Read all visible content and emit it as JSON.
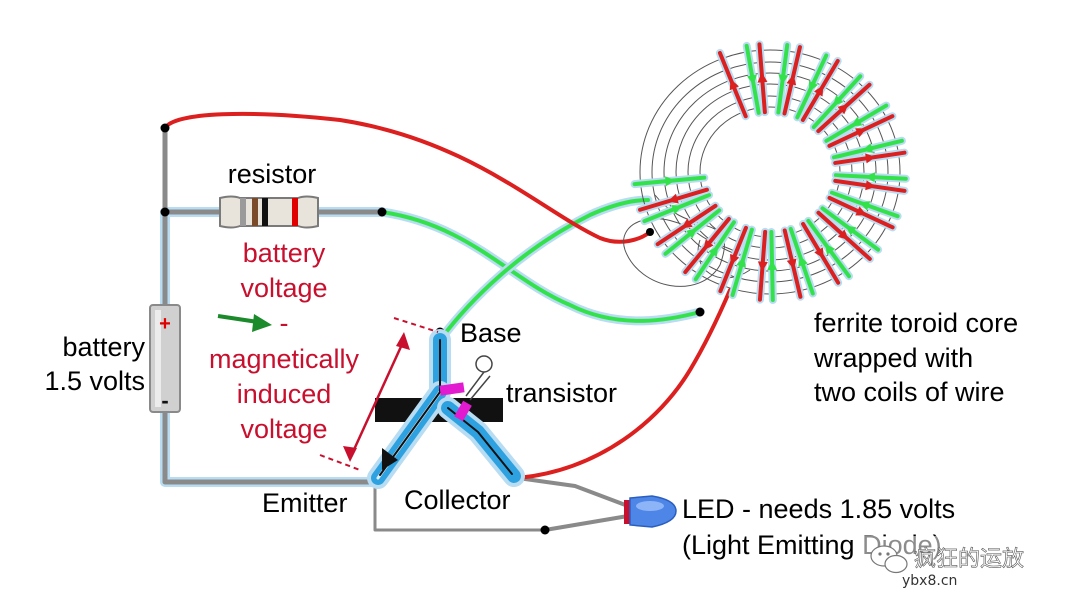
{
  "labels": {
    "resistor": "resistor",
    "battery_line1": "battery",
    "battery_line2": "1.5 volts",
    "battery_plus": "+",
    "battery_minus": "-",
    "red_line1": "battery",
    "red_line2": "voltage",
    "red_minus": "-",
    "red_line3": "magnetically",
    "red_line4": "induced",
    "red_line5": "voltage",
    "base": "Base",
    "transistor": "transistor",
    "emitter": "Emitter",
    "collector": "Collector",
    "toroid_line1": "ferrite toroid core",
    "toroid_line2": "wrapped with",
    "toroid_line3": "two coils of wire",
    "led_line1": "LED - needs 1.85 volts",
    "led_line2": "(Light Emitting Diode)"
  },
  "watermark": {
    "cn": "疯狂的运放",
    "url": "ybx8.cn"
  },
  "colors": {
    "red_wire": "#dc1f1f",
    "green_wire": "#33e24a",
    "gray_wire": "#8a8a8a",
    "glow": "#b8dcf2",
    "transistor_blue": "#2ea2e0",
    "annotation_red": "#c8102e"
  }
}
